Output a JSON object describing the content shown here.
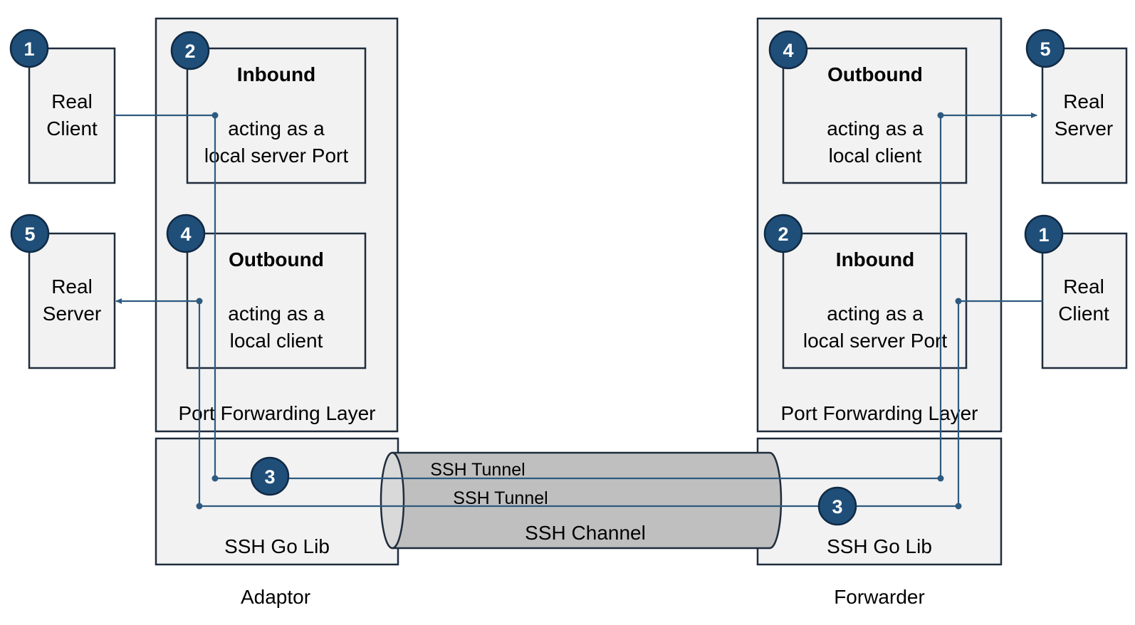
{
  "adaptor": {
    "caption": "Adaptor",
    "layer_label": "Port Forwarding Layer",
    "lib_label": "SSH Go Lib",
    "inbound": {
      "title": "Inbound",
      "line1": "acting as a",
      "line2": "local server Port"
    },
    "outbound": {
      "title": "Outbound",
      "line1": "acting as a",
      "line2": "local client"
    },
    "real_client": {
      "line1": "Real",
      "line2": "Client"
    },
    "real_server": {
      "line1": "Real",
      "line2": "Server"
    }
  },
  "forwarder": {
    "caption": "Forwarder",
    "layer_label": "Port Forwarding Layer",
    "lib_label": "SSH Go Lib",
    "outbound": {
      "title": "Outbound",
      "line1": "acting as a",
      "line2": "local client"
    },
    "inbound": {
      "title": "Inbound",
      "line1": "acting as a",
      "line2": "local server Port"
    },
    "real_server": {
      "line1": "Real",
      "line2": "Server"
    },
    "real_client": {
      "line1": "Real",
      "line2": "Client"
    }
  },
  "tunnel": {
    "tunnel_label_1": "SSH Tunnel",
    "tunnel_label_2": "SSH Tunnel",
    "channel_label": "SSH Channel"
  },
  "badges": {
    "left_real_client": "1",
    "left_inbound": "2",
    "left_tunnel": "3",
    "left_outbound": "4",
    "left_real_server": "5",
    "right_inbound": "2",
    "right_tunnel": "3",
    "right_outbound": "4",
    "right_real_server": "5",
    "right_real_client": "1"
  },
  "colors": {
    "badge_fill": "#1f4e79",
    "flow_line": "#2e5a80",
    "box_fill": "#f2f2f2",
    "cylinder_fill": "#bfbfbf"
  }
}
